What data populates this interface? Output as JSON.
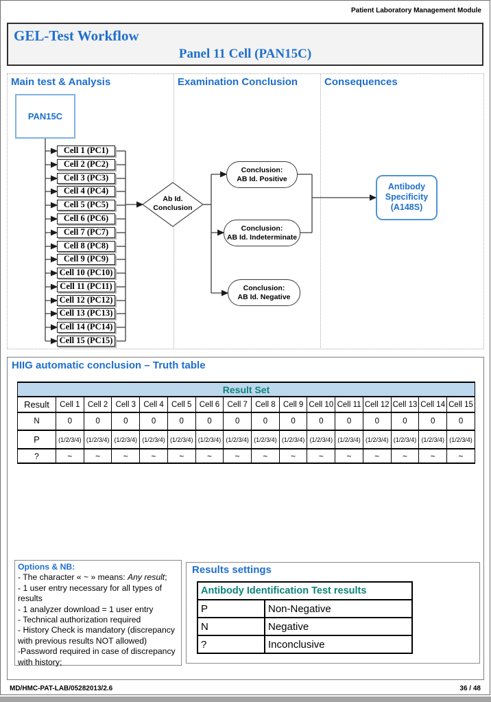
{
  "page": {
    "module_label": "Patient Laboratory Management Module",
    "footer_left": "MD/HMC-PAT-LAB/05282013/2.6",
    "footer_right": "36 / 48"
  },
  "header": {
    "title": "GEL-Test Workflow",
    "subtitle": "Panel 11 Cell (PAN15C)"
  },
  "flowchart": {
    "columns": [
      "Main test & Analysis",
      "Examination Conclusion",
      "Consequences"
    ],
    "panel_label": "PAN15C",
    "cells": [
      "Cell 1 (PC1)",
      "Cell 2 (PC2)",
      "Cell 3 (PC3)",
      "Cell 4 (PC4)",
      "Cell 5 (PC5)",
      "Cell 6 (PC6)",
      "Cell 7 (PC7)",
      "Cell 8 (PC8)",
      "Cell 9 (PC9)",
      "Cell 10 (PC10)",
      "Cell 11 (PC11)",
      "Cell 12 (PC12)",
      "Cell 13 (PC13)",
      "Cell 14 (PC14)",
      "Cell 15 (PC15)"
    ],
    "decision": [
      "Ab Id.",
      "Conclusion"
    ],
    "conclusions": [
      [
        "Conclusion:",
        "AB Id. Positive"
      ],
      [
        "Conclusion:",
        "AB Id. Indeterminate"
      ],
      [
        "Conclusion:",
        "AB Id. Negative"
      ]
    ],
    "consequence": [
      "Antibody",
      "Specificity",
      "(A148S)"
    ]
  },
  "truth_table": {
    "title": "HIIG automatic conclusion – Truth table",
    "band": "Result Set",
    "header": [
      "Result",
      "Cell 1",
      "Cell 2",
      "Cell 3",
      "Cell 4",
      "Cell 5",
      "Cell 6",
      "Cell 7",
      "Cell 8",
      "Cell 9",
      "Cell 10",
      "Cell 11",
      "Cell 12",
      "Cell 13",
      "Cell 14",
      "Cell 15"
    ],
    "rows": [
      {
        "label": "N",
        "values": [
          "0",
          "0",
          "0",
          "0",
          "0",
          "0",
          "0",
          "0",
          "0",
          "0",
          "0",
          "0",
          "0",
          "0",
          "0"
        ]
      },
      {
        "label": "P",
        "values": [
          "(1/2/3/4)",
          "(1/2/3/4)",
          "(1/2/3/4)",
          "(1/2/3/4)",
          "(1/2/3/4)",
          "(1/2/3/4)",
          "(1/2/3/4)",
          "(1/2/3/4)",
          "(1/2/3/4)",
          "(1/2/3/4)",
          "(1/2/3/4)",
          "(1/2/3/4)",
          "(1/2/3/4)",
          "(1/2/3/4)",
          "(1/2/3/4)"
        ]
      },
      {
        "label": "?",
        "values": [
          "~",
          "~",
          "~",
          "~",
          "~",
          "~",
          "~",
          "~",
          "~",
          "~",
          "~",
          "~",
          "~",
          "~",
          "~"
        ]
      }
    ]
  },
  "options": {
    "title": "Options & NB:",
    "lines": [
      [
        {
          "text": "- The character « ~ » means: "
        },
        {
          "text": "Any result",
          "italic": true
        },
        {
          "text": ";"
        }
      ],
      "- 1 user entry necessary for all types of results",
      "- 1 analyzer download = 1 user entry",
      "- Technical authorization required",
      "- History Check is mandatory (discrepancy with previous results NOT allowed)",
      "-Password required in case of discrepancy with history;"
    ]
  },
  "results_settings": {
    "title": "Results settings",
    "table_title": "Antibody Identification Test results",
    "rows": [
      {
        "key": "P",
        "value": "Non-Negative"
      },
      {
        "key": "N",
        "value": "Negative"
      },
      {
        "key": "?",
        "value": "Inconclusive"
      }
    ]
  },
  "colors": {
    "heading_blue": "#1E6FCC",
    "teal": "#0D8478",
    "band_bg": "#BDD7EE",
    "panel_border_blue": "#7EB2E3",
    "consequence_border_blue": "#4E94D7"
  }
}
